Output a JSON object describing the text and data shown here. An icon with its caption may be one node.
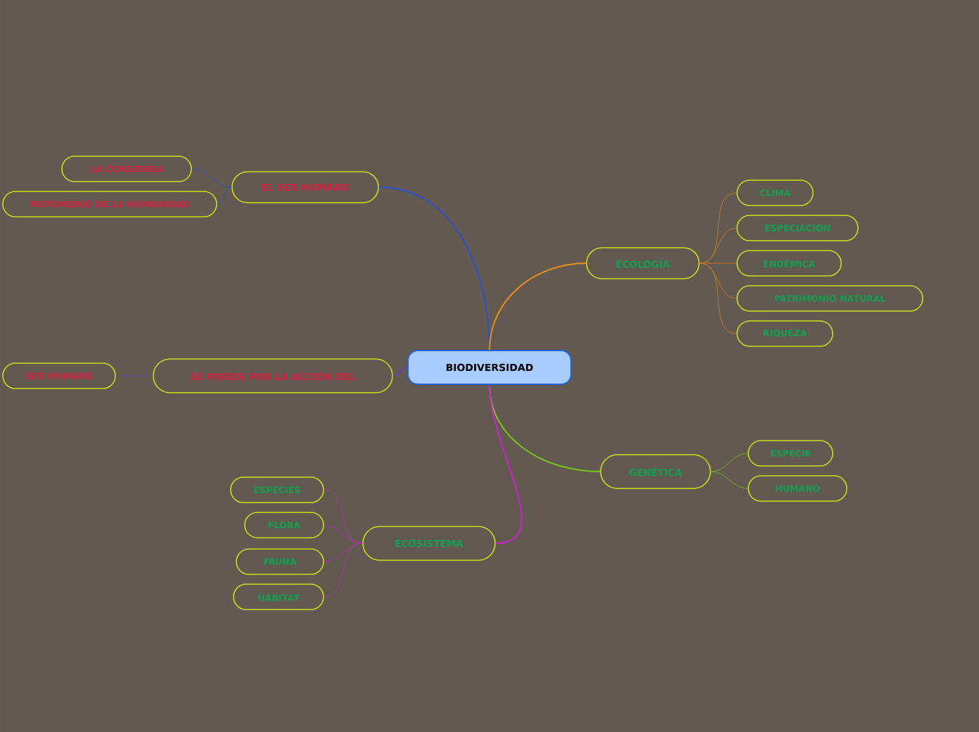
{
  "diagram": {
    "nodes": [
      {
        "text": [
          "BIODIVERSIDAD"
        ]
      },
      {
        "text": [
          "EL SER HUMANO"
        ]
      },
      {
        "text": [
          "LA CONSIDERA"
        ]
      },
      {
        "text": [
          "PATRIMONIO DE LA HUMANIDAD"
        ]
      },
      {
        "text": [
          "SE PIERDE POR LA ACCIÓN DEL"
        ]
      },
      {
        "text": [
          "SER HUMANO"
        ]
      },
      {
        "text": [
          "ECOLOGÍA"
        ]
      },
      {
        "text": [
          "CLIMA"
        ]
      },
      {
        "text": [
          "ESPECIACION"
        ]
      },
      {
        "text": [
          "ENDÉMICA"
        ]
      },
      {
        "text": [
          "PATRIMONIO NATURAL"
        ]
      },
      {
        "text": [
          "RIQUEZA"
        ]
      },
      {
        "text": [
          "GENÉTICA"
        ]
      },
      {
        "text": [
          "ESPECIE"
        ]
      },
      {
        "text": [
          "HUMANO"
        ]
      },
      {
        "text": [
          "ECOSISTEMA"
        ]
      },
      {
        "text": [
          "ESPECIES"
        ]
      },
      {
        "text": [
          "FLORA"
        ]
      },
      {
        "text": [
          "FAUNA"
        ]
      },
      {
        "text": [
          "HÁBITAT"
        ]
      }
    ],
    "edges": [
      {
        "from": 0,
        "to": 1,
        "arrow": "none",
        "color": "#2a4fd0"
      },
      {
        "from": 1,
        "to": 2,
        "arrow": "none",
        "color": "#3050c0"
      },
      {
        "from": 1,
        "to": 3,
        "arrow": "none",
        "color": "#3050c0"
      },
      {
        "from": 0,
        "to": 4,
        "arrow": "none",
        "color": "#6a40b0"
      },
      {
        "from": 4,
        "to": 5,
        "arrow": "none",
        "color": "#6a40b0"
      },
      {
        "from": 0,
        "to": 6,
        "arrow": "none",
        "color": "#e8901c"
      },
      {
        "from": 6,
        "to": 7,
        "arrow": "none",
        "color": "#c07a20"
      },
      {
        "from": 6,
        "to": 8,
        "arrow": "none",
        "color": "#c07a20"
      },
      {
        "from": 6,
        "to": 9,
        "arrow": "none",
        "color": "#c07a20"
      },
      {
        "from": 6,
        "to": 10,
        "arrow": "none",
        "color": "#c07a20"
      },
      {
        "from": 6,
        "to": 11,
        "arrow": "none",
        "color": "#c07a20"
      },
      {
        "from": 0,
        "to": 12,
        "arrow": "none",
        "color": "#7ac21e"
      },
      {
        "from": 12,
        "to": 13,
        "arrow": "none",
        "color": "#78a830"
      },
      {
        "from": 12,
        "to": 14,
        "arrow": "none",
        "color": "#78a830"
      },
      {
        "from": 0,
        "to": 15,
        "arrow": "none",
        "color": "#d020d0"
      },
      {
        "from": 15,
        "to": 16,
        "arrow": "none",
        "color": "#b030b0"
      },
      {
        "from": 15,
        "to": 17,
        "arrow": "none",
        "color": "#b030b0"
      },
      {
        "from": 15,
        "to": 18,
        "arrow": "none",
        "color": "#b030b0"
      },
      {
        "from": 15,
        "to": 19,
        "arrow": "none",
        "color": "#b030b0"
      }
    ]
  }
}
